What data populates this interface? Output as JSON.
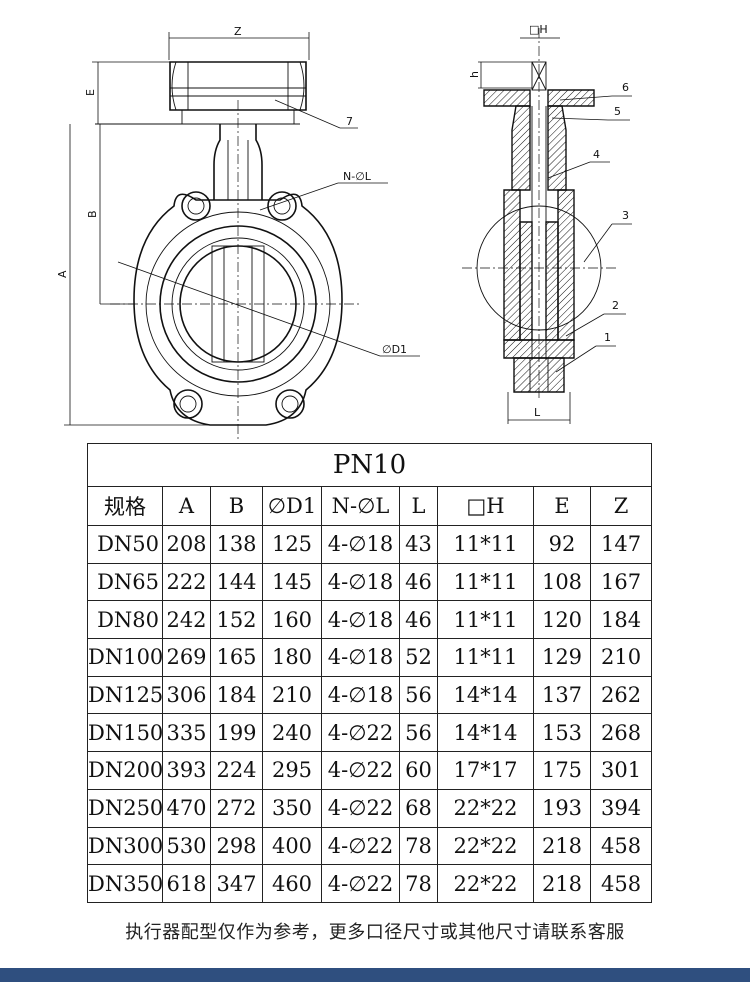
{
  "drawing": {
    "front_labels": {
      "z": "Z",
      "e": "E",
      "b": "B",
      "a": "A",
      "bolt_holes": "N-∅L",
      "d1": "∅D1",
      "part_7": "7"
    },
    "side_labels": {
      "h_square": "□H",
      "h": "h",
      "l": "L",
      "parts": [
        "6",
        "5",
        "4",
        "3",
        "2",
        "1"
      ]
    }
  },
  "table": {
    "title": "PN10",
    "headers": [
      "规格",
      "A",
      "B",
      "∅D1",
      "N-∅L",
      "L",
      "□H",
      "E",
      "Z"
    ],
    "rows": [
      [
        "DN50",
        "208",
        "138",
        "125",
        "4-∅18",
        "43",
        "11*11",
        "92",
        "147"
      ],
      [
        "DN65",
        "222",
        "144",
        "145",
        "4-∅18",
        "46",
        "11*11",
        "108",
        "167"
      ],
      [
        "DN80",
        "242",
        "152",
        "160",
        "4-∅18",
        "46",
        "11*11",
        "120",
        "184"
      ],
      [
        "DN100",
        "269",
        "165",
        "180",
        "4-∅18",
        "52",
        "11*11",
        "129",
        "210"
      ],
      [
        "DN125",
        "306",
        "184",
        "210",
        "4-∅18",
        "56",
        "14*14",
        "137",
        "262"
      ],
      [
        "DN150",
        "335",
        "199",
        "240",
        "4-∅22",
        "56",
        "14*14",
        "153",
        "268"
      ],
      [
        "DN200",
        "393",
        "224",
        "295",
        "4-∅22",
        "60",
        "17*17",
        "175",
        "301"
      ],
      [
        "DN250",
        "470",
        "272",
        "350",
        "4-∅22",
        "68",
        "22*22",
        "193",
        "394"
      ],
      [
        "DN300",
        "530",
        "298",
        "400",
        "4-∅22",
        "78",
        "22*22",
        "218",
        "458"
      ],
      [
        "DN350",
        "618",
        "347",
        "460",
        "4-∅22",
        "78",
        "22*22",
        "218",
        "458"
      ]
    ]
  },
  "footnote": "执行器配型仅作为参考，更多口径尺寸或其他尺寸请联系客服",
  "colors": {
    "line": "#111111",
    "bottom_rule": "#2f4f7f"
  }
}
